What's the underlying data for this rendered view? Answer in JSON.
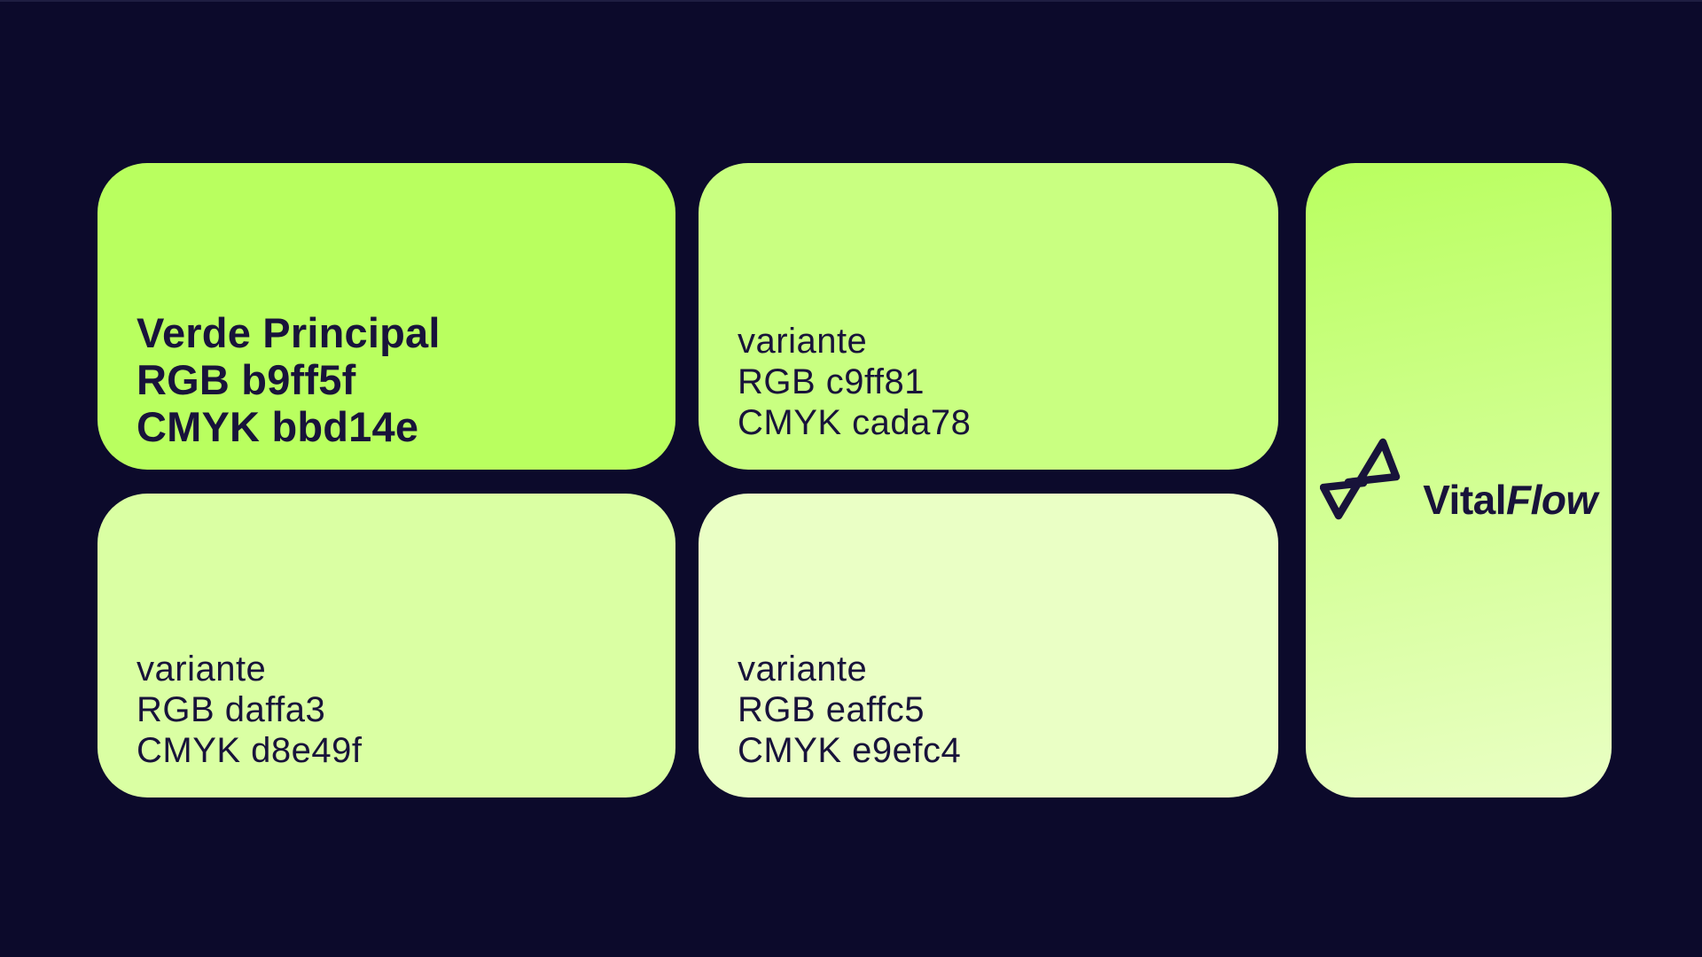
{
  "colors": {
    "background": "#0c0a2b",
    "ink": "#18133a"
  },
  "cards": [
    {
      "id": "verde-principal",
      "title": "Verde Principal",
      "rgb_label": "RGB b9ff5f",
      "cmyk_label": "CMYK bbd14e",
      "swatch_color": "#b9ff5f",
      "emphasized": true
    },
    {
      "id": "variante-1",
      "title": "variante",
      "rgb_label": "RGB c9ff81",
      "cmyk_label": "CMYK cada78",
      "swatch_color": "#c9ff81",
      "emphasized": false
    },
    {
      "id": "variante-2",
      "title": "variante",
      "rgb_label": "RGB daffa3",
      "cmyk_label": "CMYK d8e49f",
      "swatch_color": "#daffa3",
      "emphasized": false
    },
    {
      "id": "variante-3",
      "title": "variante",
      "rgb_label": "RGB eaffc5",
      "cmyk_label": "CMYK e9efc4",
      "swatch_color": "#eaffc5",
      "emphasized": false
    }
  ],
  "brand": {
    "name_regular": "Vital",
    "name_italic": "Flow",
    "logo_icon": "vitalflow-triangles-icon",
    "logo_color": "#18133a",
    "card_gradient_from": "#b9ff5f",
    "card_gradient_to": "#eaffc5"
  }
}
